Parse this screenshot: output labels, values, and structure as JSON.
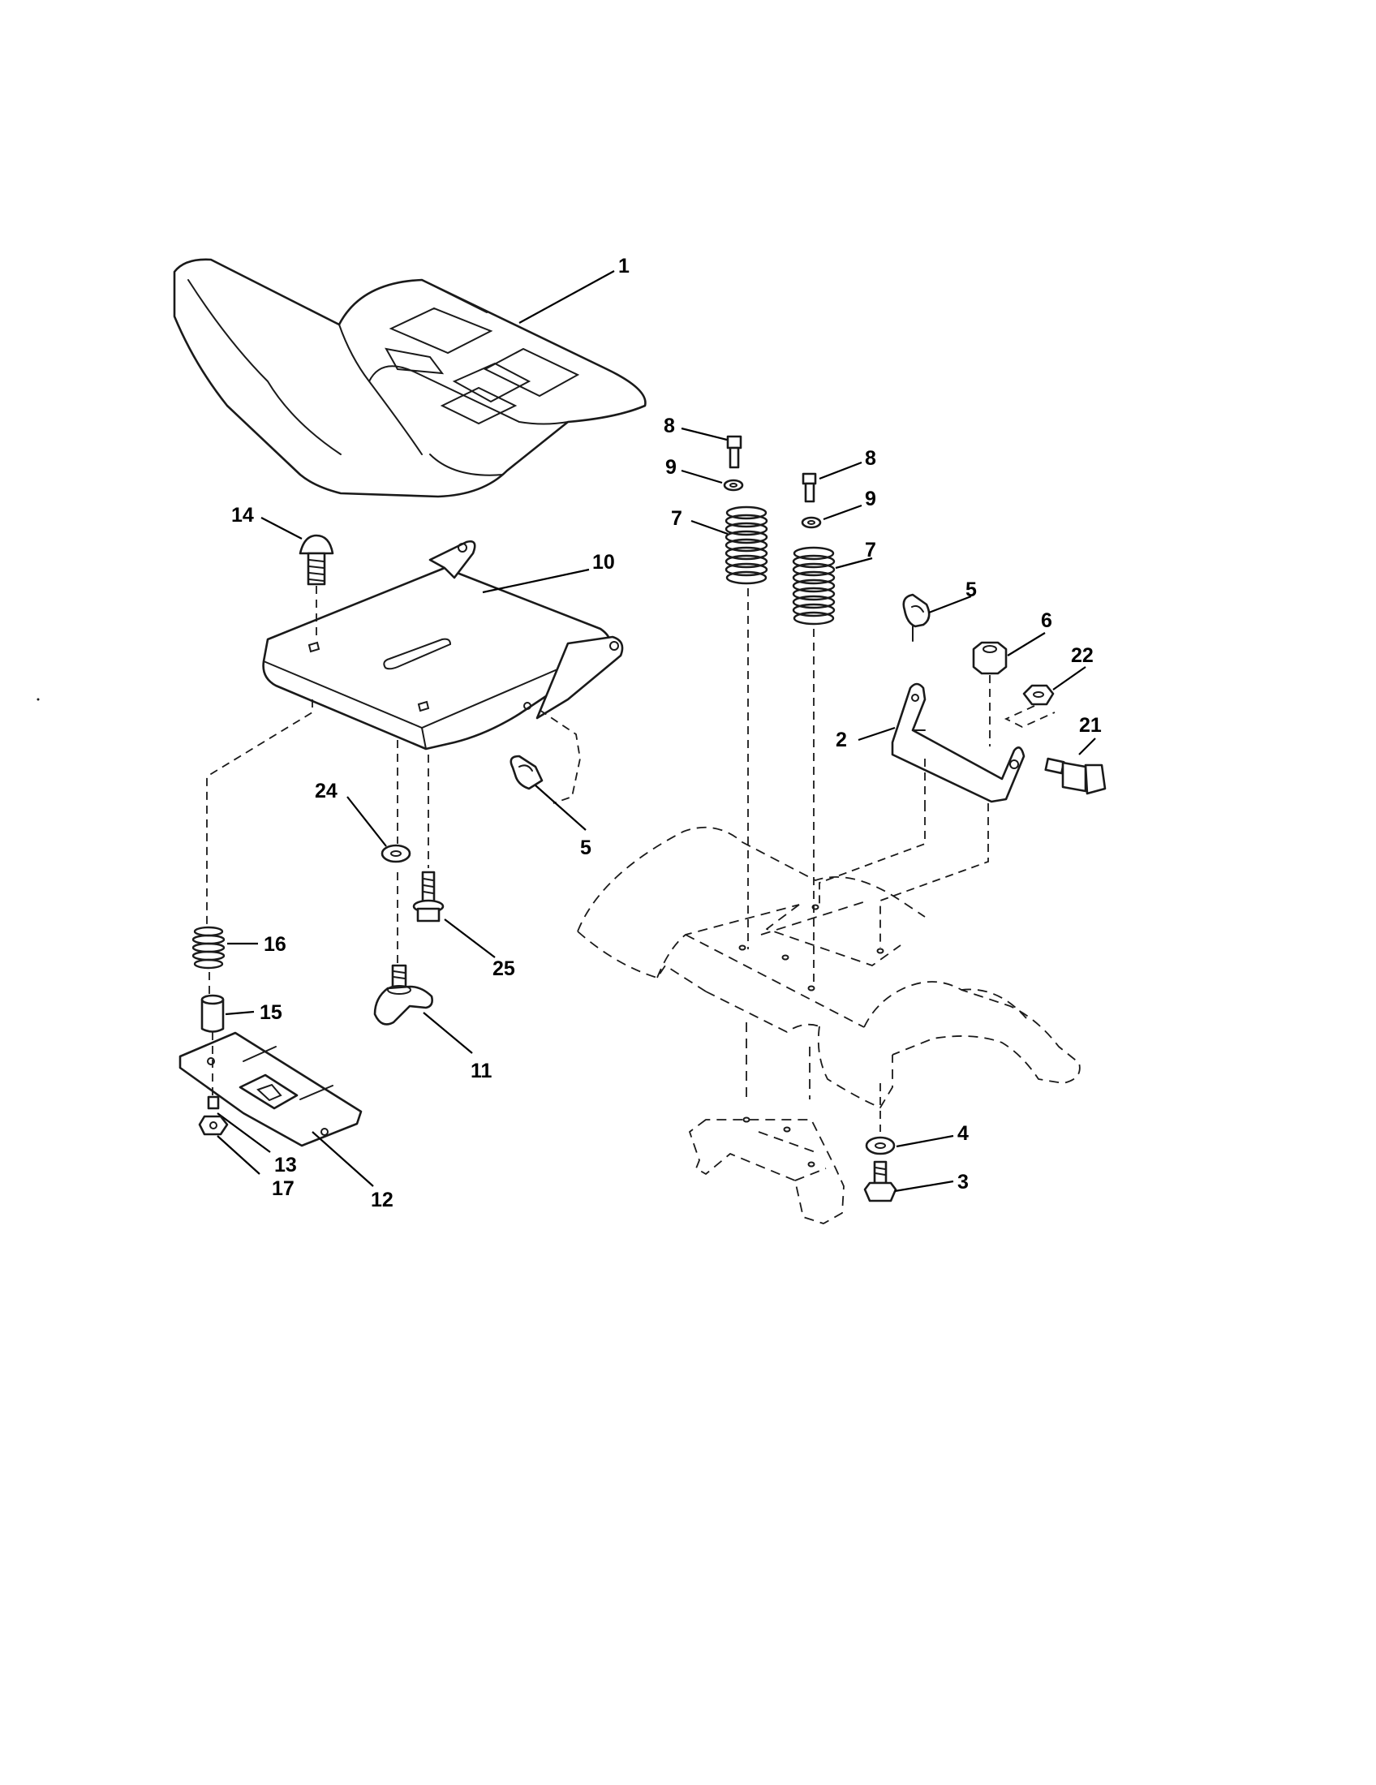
{
  "callouts": {
    "c1": "1",
    "c2": "2",
    "c3": "3",
    "c4": "4",
    "c5a": "5",
    "c5b": "5",
    "c6": "6",
    "c7a": "7",
    "c7b": "7",
    "c8a": "8",
    "c8b": "8",
    "c9a": "9",
    "c9b": "9",
    "c10": "10",
    "c11": "11",
    "c12": "12",
    "c13": "13",
    "c14": "14",
    "c15": "15",
    "c16": "16",
    "c17": "17",
    "c21": "21",
    "c22": "22",
    "c24": "24",
    "c25": "25"
  },
  "colors": {
    "ink": "#1a1a1a",
    "paper": "#ffffff"
  }
}
